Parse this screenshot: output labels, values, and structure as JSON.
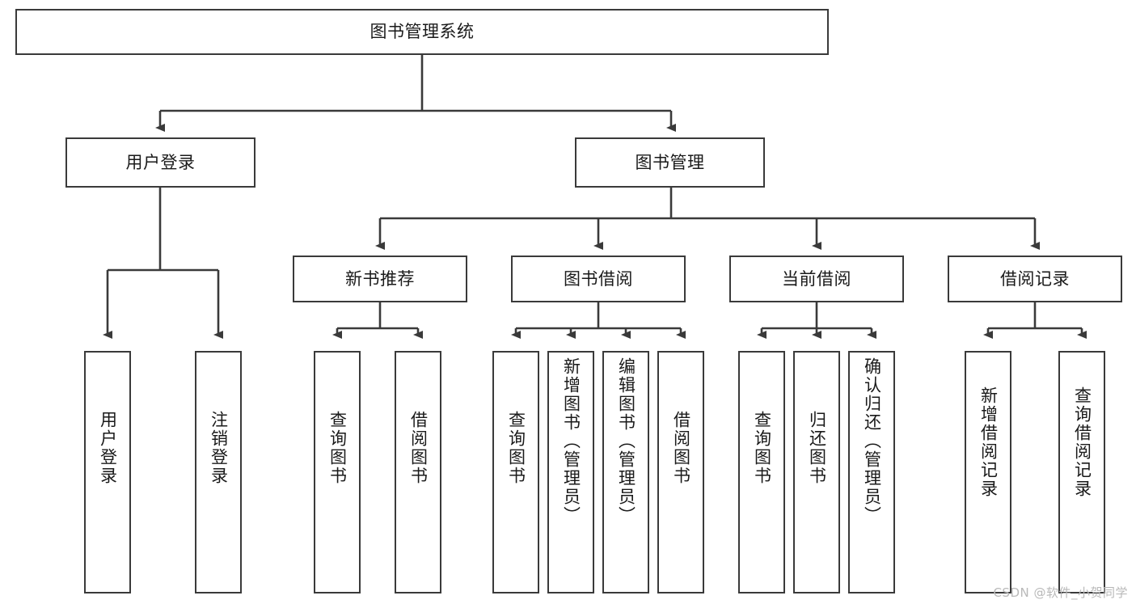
{
  "diagram": {
    "type": "tree",
    "title": "图书管理系统",
    "root": {
      "label": "图书管理系统"
    },
    "level2": [
      {
        "label": "用户登录"
      },
      {
        "label": "图书管理"
      }
    ],
    "level3": [
      {
        "label": "新书推荐"
      },
      {
        "label": "图书借阅"
      },
      {
        "label": "当前借阅"
      },
      {
        "label": "借阅记录"
      }
    ],
    "leaves": {
      "user_login": [
        {
          "label": "用户登录"
        },
        {
          "label": "注销登录"
        }
      ],
      "new_book": [
        {
          "label": "查询图书"
        },
        {
          "label": "借阅图书"
        }
      ],
      "borrow_book": [
        {
          "label": "查询图书"
        },
        {
          "label": "新增图书（管理员）"
        },
        {
          "label": "编辑图书（管理员）"
        },
        {
          "label": "借阅图书"
        }
      ],
      "current_borrow": [
        {
          "label": "查询图书"
        },
        {
          "label": "归还图书"
        },
        {
          "label": "确认归还（管理员）"
        }
      ],
      "borrow_record": [
        {
          "label": "新增借阅记录"
        },
        {
          "label": "查询借阅记录"
        }
      ]
    }
  },
  "watermark": {
    "text": "CSDN @软件_小贺同学"
  },
  "colors": {
    "box_border": "#3a3a3a",
    "box_fill": "#ffffff",
    "line": "#3a3a3a",
    "text": "#1a1a1a",
    "watermark": "#b9b9b9",
    "background": "#ffffff"
  }
}
